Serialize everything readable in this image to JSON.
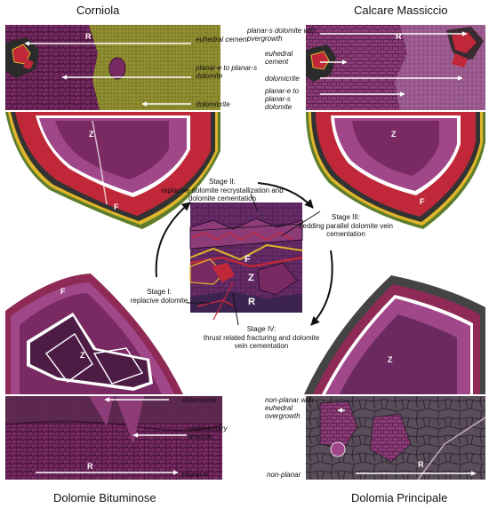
{
  "panels": {
    "top_left": {
      "title": "Corniola",
      "labels": {
        "r": "R",
        "z": "Z",
        "f": "F"
      },
      "annotations": [
        "euhedral cement",
        "planar-e to planar-s dolomite",
        "dolomicrite"
      ]
    },
    "top_right": {
      "title": "Calcare Massiccio",
      "labels": {
        "r": "R",
        "z": "Z",
        "f": "F"
      },
      "annotations": [
        "planar-s dolomite with overgrowth",
        "euhedral cement",
        "dolomicrite",
        "planar-e to planar-s dolomite"
      ]
    },
    "bottom_left": {
      "title": "Dolomie Bituminose",
      "labels": {
        "r": "R",
        "z": "Z",
        "f": "F"
      },
      "annotations": [
        "dolomicrite",
        "sedimentary breccia",
        "planar-e"
      ]
    },
    "bottom_right": {
      "title": "Dolomia Principale",
      "labels": {
        "r": "R",
        "z": "Z"
      },
      "annotations": [
        "non-planar with euhedral overgrowth",
        "non-planar"
      ]
    }
  },
  "center": {
    "labels": {
      "f": "F",
      "z": "Z",
      "r": "R"
    },
    "stages": [
      {
        "name": "Stage I:",
        "desc": "replacive dolomite"
      },
      {
        "name": "Stage II:",
        "desc": "replacive dolomite recrystallization and dolomite cementation"
      },
      {
        "name": "Stage III:",
        "desc": "bedding parallel dolomite vein cementation"
      },
      {
        "name": "Stage IV:",
        "desc": "thrust related fracturing and dolomite vein cementation"
      }
    ]
  },
  "colors": {
    "matrix": "#7a2a63",
    "dark_matrix": "#4d1c45",
    "olive": "#8c8a2e",
    "red": "#c0283a",
    "yellow": "#e0b62a",
    "green": "#5e7d2c",
    "dark_grey": "#444444",
    "light_purple": "#a0478a",
    "center_purple": "#5a2e6e"
  }
}
